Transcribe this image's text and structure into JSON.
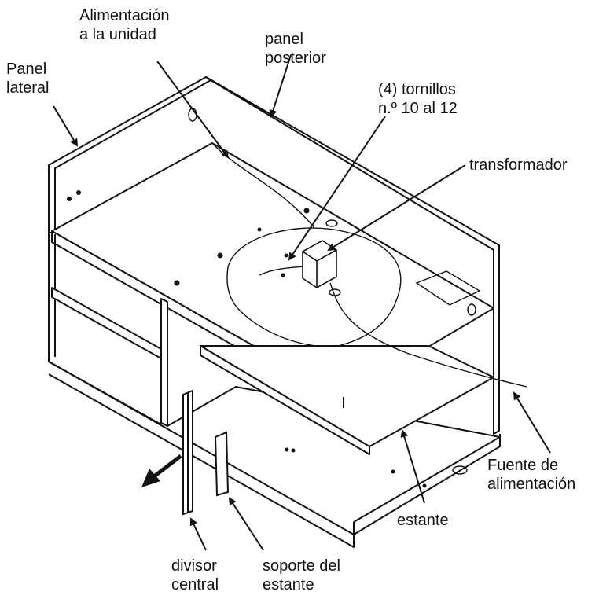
{
  "labels": {
    "alimentacion_unidad": [
      "Alimentación",
      "a la unidad"
    ],
    "panel_posterior": [
      "panel",
      "posterior"
    ],
    "panel_lateral": [
      "Panel",
      "lateral"
    ],
    "tornillos": [
      "(4) tornillos",
      "n.º 10 al 12"
    ],
    "transformador": [
      "transformador"
    ],
    "fuente_alimentacion": [
      "Fuente de",
      "alimentación"
    ],
    "estante": [
      "estante"
    ],
    "divisor_central": [
      "divisor",
      "central"
    ],
    "soporte_estante": [
      "soporte del",
      "estante"
    ]
  },
  "colors": {
    "line": "#111111",
    "background": "#ffffff"
  }
}
